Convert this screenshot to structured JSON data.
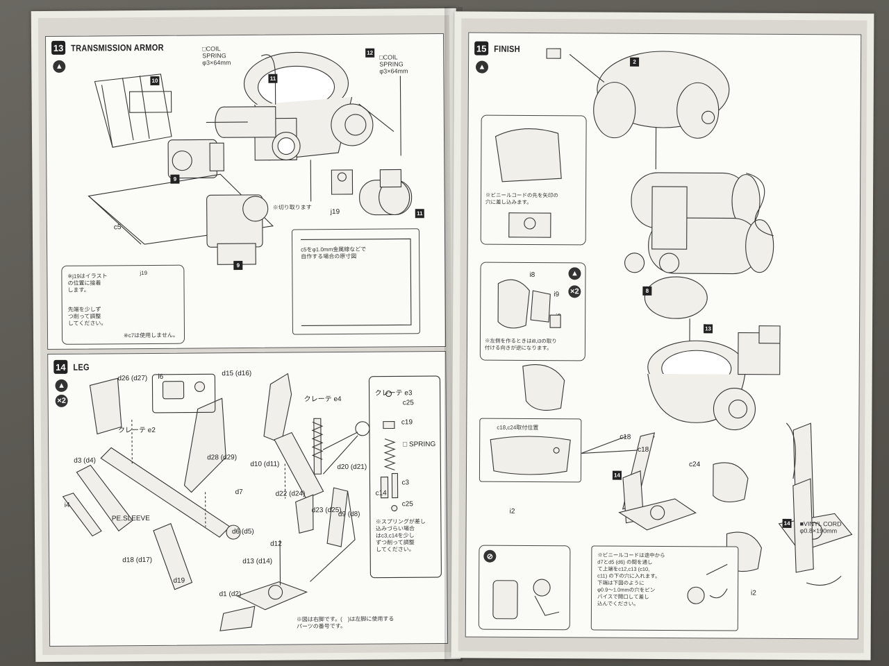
{
  "left_page": {
    "step13": {
      "number": "13",
      "title": "TRANSMISSION ARMOR",
      "coil_spring_label_1": "□COIL\nSPRING\nφ3×64mm",
      "coil_spring_label_2": "□COIL\nSPRING\nφ3×64mm",
      "part_c5": "c5",
      "part_j19": "j19",
      "cut_note": "※切り取ります",
      "wire_note": "c5をφ1.0mm金属線などで\n自作する場合の原寸図",
      "j19_note_1": "※j19はイラスト\nの位置に接着\nします。",
      "j19_label": "j19",
      "j19_note_2": "先端を少しず\nつ削って調整\nしてください。",
      "c7_note": "※c7は使用しません。",
      "part_markers": [
        "12",
        "11",
        "11",
        "9",
        "9",
        "10"
      ]
    },
    "step14": {
      "number": "14",
      "title": "LEG",
      "labels": {
        "d26": "d26\n(d27)",
        "i6": "i6",
        "d15": "d15\n(d16)",
        "crete1": "クレーテ\ne2",
        "crete2": "クレーテ\ne4",
        "crete3": "クレーテ\ne3",
        "c25a": "c25",
        "c19": "c19",
        "spring": "□\nSPRING",
        "c14": "c14",
        "c3": "c3",
        "c25b": "c25",
        "d28": "d28\n(d29)",
        "d3": "d3\n(d4)",
        "d10": "d10\n(d11)",
        "d20": "d20\n(d21)",
        "d7": "d7",
        "d22": "d22\n(d24)",
        "d23": "d23\n(d25)",
        "d9": "d9\n(d8)",
        "i4": "i4",
        "sleeve": "PE.SLEEVE",
        "d6": "d6\n(d5)",
        "d12": "d12",
        "d13": "d13\n(d14)",
        "d18": "d18\n(d17)",
        "d19": "d19",
        "d1": "d1\n(d2)"
      },
      "spring_note": "※スプリングが差し\n込みづらい場合\nはc3,c14を少し\nずつ削って調整\nしてください。",
      "footer_note": "※図は右脚です。(　)は左脚に使用する\nパーツの番号です。"
    }
  },
  "right_page": {
    "step15": {
      "number": "15",
      "title": "FINISH",
      "cord_note": "※ビニールコードの先を矢印の\n穴に差し込みます。",
      "i8": "i8",
      "i9": "i9",
      "i3": "i3",
      "x2": "×2",
      "left_note": "※左側を作るときはi8,i3の取り\n付ける向きが逆になります。",
      "c18_pos": "c18,c24取付位置",
      "c18a": "c18",
      "c18b": "c18",
      "c24": "c24",
      "i2a": "i2",
      "i2b": "i2",
      "vinyl_cord": "■VINYL CORD\nφ0.8×190mm",
      "pipe_note": "※ビニールコードは途中から\nd7とd5 (d6) の間を通し\nて上端をc12,c13 (c10,\nc11) の下の穴に入れます。\n下端は下図のように\nφ0.9～1.0mmの穴をピン\nバイスで開口して差し\n込んでください。",
      "part_markers": [
        "2",
        "8",
        "13",
        "14",
        "14"
      ]
    }
  }
}
